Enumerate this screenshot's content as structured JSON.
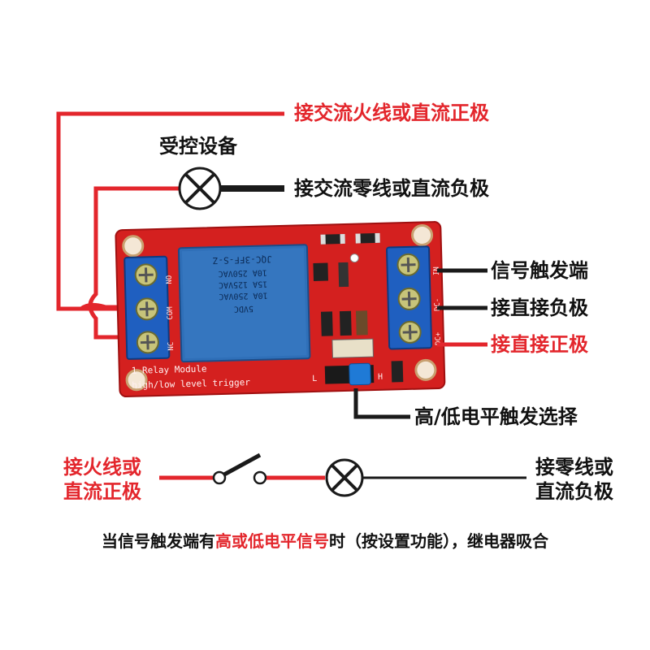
{
  "labels": {
    "ac_live_or_dc_positive": "接交流火线或直流正极",
    "controlled_device": "受控设备",
    "ac_neutral_or_dc_negative": "接交流零线或直流负极",
    "signal_trigger": "信号触发端",
    "dc_negative": "接直接负极",
    "dc_positive": "接直接正极",
    "level_select": "高/低电平触发选择",
    "live_or_dc_positive_line1": "接火线或",
    "live_or_dc_positive_line2": "直流正极",
    "neutral_or_dc_negative_line1": "接零线或",
    "neutral_or_dc_negative_line2": "直流负极"
  },
  "caption": {
    "part1": "当信号触发端有",
    "highlight": "高或低电平信号",
    "part2": "时（按设置功能），继电器吸合"
  },
  "board": {
    "relay_model": "JQC-3FF-S-Z",
    "rating1": "10A 250VAC",
    "rating2": "15A 125VAC",
    "rating3": "10A 250VAC",
    "coil": "5VDC",
    "silk1": "1 Relay   Module",
    "silk2": "high/low level trigger",
    "pin_no": "NO",
    "pin_com": "COM",
    "pin_nc": "NC",
    "pin_in": "IN",
    "pin_dcm": "DC-",
    "pin_dcp": "DC+",
    "jumper_l": "L",
    "jumper_h": "H"
  },
  "colors": {
    "accent_red": "#e3262c",
    "wire_black": "#1a1a1a",
    "board_red": "#d4201f",
    "relay_blue": "#2f6fb8",
    "terminal_blue": "#1f5fc0"
  }
}
